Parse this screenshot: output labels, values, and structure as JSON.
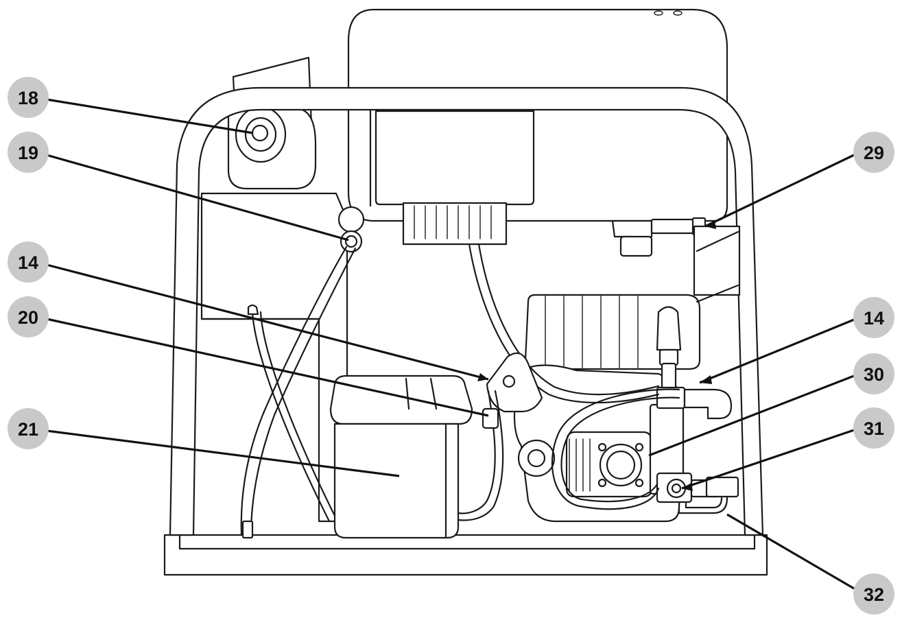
{
  "diagram": {
    "colors": {
      "badge": "#c9c9c9",
      "ink": "#111111",
      "paper": "#ffffff"
    },
    "callouts": [
      {
        "label": "18",
        "part": "filter-cap"
      },
      {
        "label": "19",
        "part": "tank-fitting"
      },
      {
        "label": "14",
        "part": "hose-clamp-left"
      },
      {
        "label": "20",
        "part": "inline-fuel-filter"
      },
      {
        "label": "21",
        "part": "battery"
      },
      {
        "label": "29",
        "part": "tank-outlet-fitting"
      },
      {
        "label": "14",
        "part": "hose-clamp-right"
      },
      {
        "label": "30",
        "part": "pump-head"
      },
      {
        "label": "31",
        "part": "outlet-valve"
      },
      {
        "label": "32",
        "part": "bypass-hose"
      }
    ]
  }
}
